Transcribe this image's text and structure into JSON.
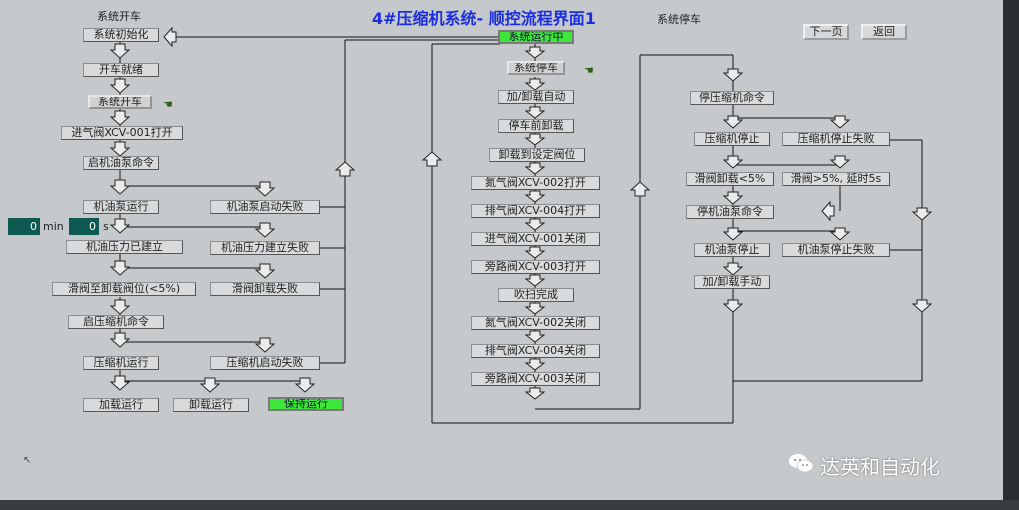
{
  "title": "4#压缩机系统- 顺控流程界面1",
  "headers": {
    "start": "系统开车",
    "stop": "系统停车"
  },
  "nav": {
    "next": "下一页",
    "back": "返回"
  },
  "timer": {
    "min_value": "0",
    "min_unit": "min",
    "sec_value": "0",
    "sec_unit": "s"
  },
  "start": {
    "init": "系统初始化",
    "ready": "开车就绪",
    "start": "系统开车",
    "valve001_open": "进气阀XCV-001打开",
    "oilpump_cmd": "启机油泵命令",
    "oilpump_run": "机油泵运行",
    "oilpump_fail": "机油泵启动失败",
    "oilpress_ok": "机油压力已建立",
    "oilpress_fail": "机油压力建立失败",
    "slide_unload": "滑阀至卸载阀位(<5%)",
    "slide_fail": "滑阀卸载失败",
    "comp_cmd": "启压缩机命令",
    "comp_run": "压缩机运行",
    "comp_fail": "压缩机启动失败",
    "load_run": "加载运行",
    "unload_run": "卸载运行",
    "hold_run": "保持运行"
  },
  "mid": {
    "running": "系统运行中",
    "stop": "系统停车",
    "auto": "加/卸载自动",
    "preunload": "停车前卸载",
    "unload_set": "卸载到设定阀位",
    "v002_open": "氮气阀XCV-002打开",
    "v004_open": "排气阀XCV-004打开",
    "v001_close": "进气阀XCV-001关闭",
    "v003_open": "旁路阀XCV-003打开",
    "purge_done": "吹扫完成",
    "v002_close": "氮气阀XCV-002关闭",
    "v004_close": "排气阀XCV-004关闭",
    "v003_close": "旁路阀XCV-003关闭"
  },
  "stop": {
    "stop_cmd": "停压缩机命令",
    "comp_stop": "压缩机停止",
    "comp_stop_fail": "压缩机停止失败",
    "slide_lt5": "滑阀卸载<5%",
    "slide_gt5": "滑阀>5%, 延时5s",
    "oilpump_stop_cmd": "停机油泵命令",
    "oilpump_stop": "机油泵停止",
    "oilpump_stop_fail": "机油泵停止失败",
    "manual": "加/卸载手动"
  },
  "watermark": "达英和自动化",
  "colors": {
    "active": "#3ee63a",
    "title": "#1a2ee0",
    "display": "#0e5a52"
  }
}
